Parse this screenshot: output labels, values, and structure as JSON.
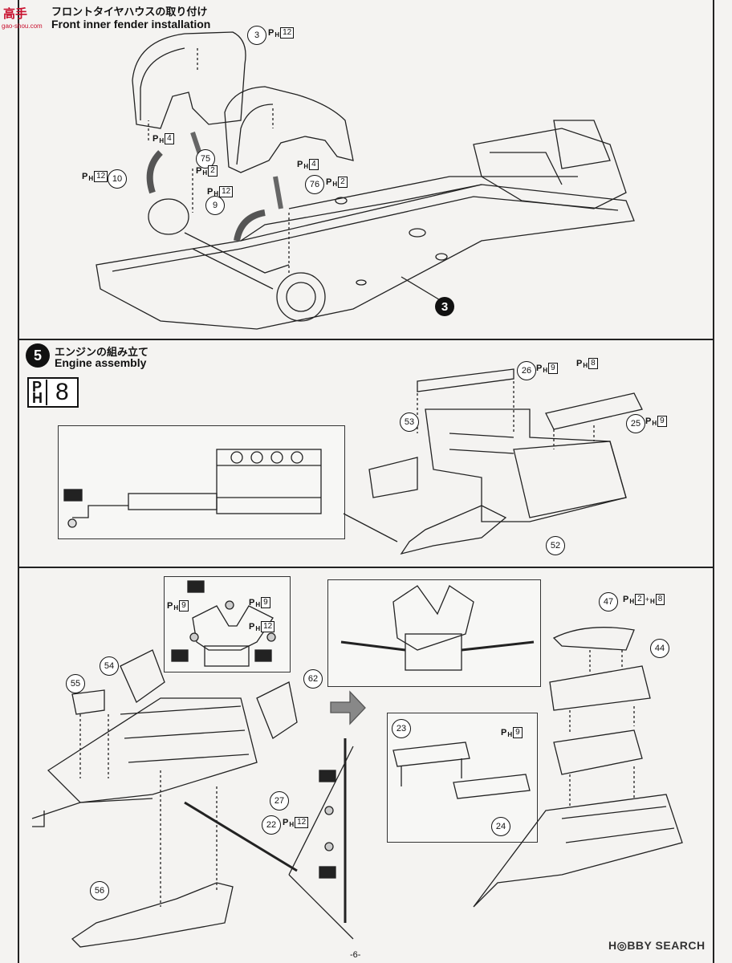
{
  "logo": {
    "mark": "高手",
    "sub": "gao-shou.com"
  },
  "section_front": {
    "title_jp": "フロントタイヤハウスの取り付け",
    "title_en": "Front inner fender installation"
  },
  "section_engine": {
    "step_number": "5",
    "title_jp": "エンジンの組み立て",
    "title_en": "Engine assembly",
    "paint_code": "8"
  },
  "ph_prefix": "P",
  "ph_sub": "H",
  "step_marker": "3",
  "parts": {
    "p3": "3",
    "p10": "10",
    "p75": "75",
    "p9": "9",
    "p76": "76",
    "p26": "26",
    "p53": "53",
    "p25": "25",
    "p52": "52",
    "p47": "47",
    "p44": "44",
    "p54": "54",
    "p55": "55",
    "p62": "62",
    "p27": "27",
    "p22": "22",
    "p23": "23",
    "p24": "24",
    "p56": "56"
  },
  "paint": {
    "c12": "12",
    "c4": "4",
    "c2": "2",
    "c9": "9",
    "c8": "8",
    "combo_plus": "+",
    "combo_h": "H"
  },
  "footer": {
    "page": "-6-",
    "watermark": "H◎BBY SEARCH"
  },
  "colors": {
    "line": "#222222",
    "logo_red": "#c8102e",
    "paper": "#f4f3f1"
  }
}
